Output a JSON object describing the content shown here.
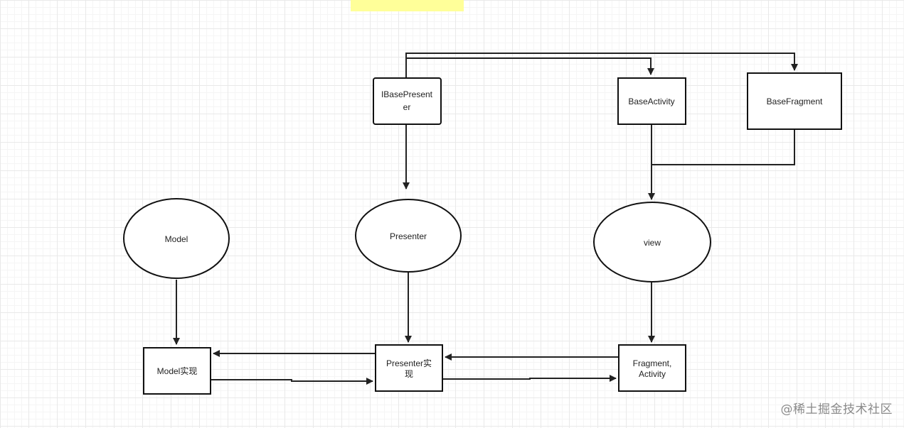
{
  "nodes": {
    "ibase_presenter": {
      "label_line1": "IBasePresent",
      "label_line2": "er"
    },
    "base_activity": {
      "label": "BaseActivity"
    },
    "base_fragment": {
      "label": "BaseFragment"
    },
    "model": {
      "label": "Model"
    },
    "presenter": {
      "label": "Presenter"
    },
    "view": {
      "label": "view"
    },
    "model_impl": {
      "label": "Model实现"
    },
    "presenter_impl": {
      "label_line1": "Presenter实",
      "label_line2": "现"
    },
    "fragment_activity": {
      "label_line1": "Fragment,",
      "label_line2": "Activity"
    }
  },
  "watermark": "@稀土掘金技术社区",
  "colors": {
    "stroke": "#111111",
    "grid": "#e9e9e9",
    "highlight": "#ffff99"
  }
}
